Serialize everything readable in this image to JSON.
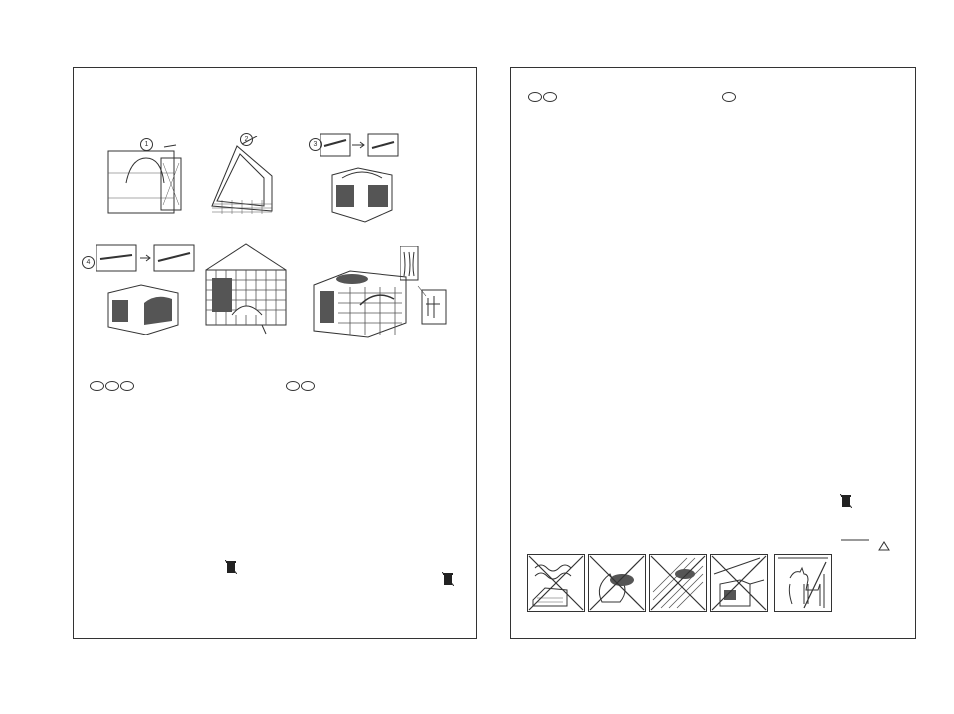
{
  "left_page": {
    "steps": [
      "1",
      "2",
      "3",
      "4"
    ],
    "language_groups": [
      {
        "codes": [
          "",
          "",
          ""
        ]
      },
      {
        "codes": [
          "",
          ""
        ]
      }
    ],
    "illustrations": [
      "folded-carrier-icon",
      "unfolding-carrier-icon",
      "clip-detail-icon",
      "crate-side-view-icon",
      "crate-front-view-icon",
      "crate-open-view-icon",
      "zip-tie-icon"
    ],
    "recycle_icons": [
      "recycle-bin-icon",
      "recycle-bin-icon"
    ]
  },
  "right_page": {
    "language_groups": [
      {
        "codes": [
          "",
          ""
        ]
      },
      {
        "codes": [
          ""
        ]
      }
    ],
    "warning_panels": [
      "no-heat-icon",
      "no-fire-icon",
      "no-rain-icon",
      "no-car-icon",
      "dog-size-icon"
    ],
    "recycle_icons": [
      "recycle-bin-icon"
    ],
    "colors": {
      "line": "#333333",
      "plaid": "#555555",
      "background": "#ffffff"
    }
  }
}
